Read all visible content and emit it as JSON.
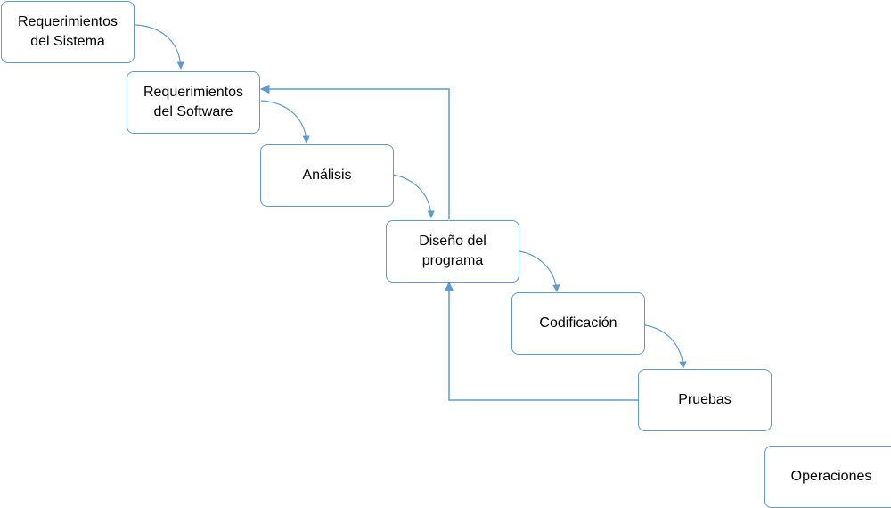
{
  "diagram": {
    "stages": [
      {
        "label": "Requerimientos\ndel Sistema"
      },
      {
        "label": "Requerimientos\ndel Software"
      },
      {
        "label": "Análisis"
      },
      {
        "label": "Diseño del\nprograma"
      },
      {
        "label": "Codificación"
      },
      {
        "label": "Pruebas"
      },
      {
        "label": "Operaciones"
      }
    ],
    "flow": [
      {
        "from": "Requerimientos del Sistema",
        "to": "Requerimientos del Software"
      },
      {
        "from": "Requerimientos del Software",
        "to": "Análisis"
      },
      {
        "from": "Análisis",
        "to": "Diseño del programa"
      },
      {
        "from": "Diseño del programa",
        "to": "Codificación"
      },
      {
        "from": "Codificación",
        "to": "Pruebas"
      }
    ],
    "feedback": [
      {
        "from": "Diseño del programa",
        "to": "Requerimientos del Software"
      },
      {
        "from": "Pruebas",
        "to": "Diseño del programa"
      }
    ],
    "colors": {
      "border": "#5b9bd5",
      "connector": "#5b9bd5",
      "text": "#000000",
      "background": "#ffffff"
    }
  }
}
